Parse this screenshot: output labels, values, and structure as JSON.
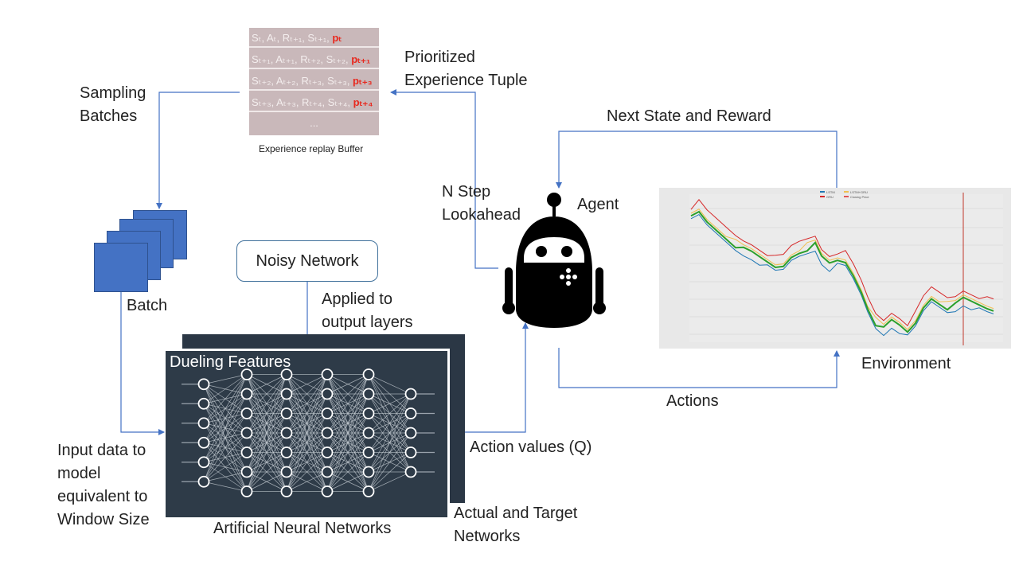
{
  "buffer": {
    "rows": [
      {
        "text": "Sₜ, Aₜ, Rₜ₊₁, Sₜ₊₁, ",
        "p": "pₜ"
      },
      {
        "text": "Sₜ₊₁, Aₜ₊₁, Rₜ₊₂, Sₜ₊₂, ",
        "p": "pₜ₊₁"
      },
      {
        "text": "Sₜ₊₂, Aₜ₊₂, Rₜ₊₃, Sₜ₊₃, ",
        "p": "pₜ₊₃"
      },
      {
        "text": "Sₜ₊₃, Aₜ₊₃, Rₜ₊₄, Sₜ₊₄, ",
        "p": "pₜ₊₄"
      }
    ],
    "ellipsis": "...",
    "caption": "Experience replay Buffer"
  },
  "labels": {
    "prioritized": "Prioritized Experience Tuple",
    "sampling": "Sampling Batches",
    "batch": "Batch",
    "noisy": "Noisy Network",
    "applied": "Applied to output layers",
    "dueling": "Dueling Features",
    "input": "Input data to model equivalent to Window Size",
    "ann": "Artificial Neural Networks",
    "action_values": "Action values (Q)",
    "actual_target": "Actual and Target Networks",
    "nstep": "N Step Lookahead",
    "agent": "Agent",
    "next_state": "Next State and Reward",
    "environment": "Environment",
    "actions": "Actions"
  },
  "colors": {
    "arrow": "#4472c4",
    "batch": "#4472c4",
    "network_bg": "#2e3b48",
    "priority_text": "#e8281e"
  },
  "network": {
    "layer_sizes": [
      6,
      7,
      7,
      7,
      7,
      5
    ]
  },
  "environment_chart": {
    "legend": [
      "LSTM",
      "LSTM+GRU",
      "GRU",
      "Closing Price"
    ],
    "series_colors": [
      "#1f77b4",
      "#f0c050",
      "#d62728",
      "#2ca02c"
    ]
  }
}
